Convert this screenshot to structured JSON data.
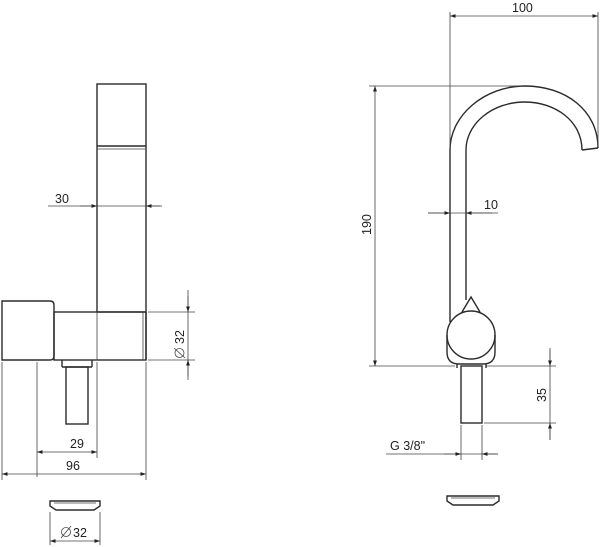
{
  "dimensions": {
    "stem_width": "30",
    "body_diameter": "32",
    "body_length": "96",
    "shank_offset": "29",
    "base_diameter": "32",
    "total_height": "190",
    "spout_reach": "100",
    "spout_thickness": "10",
    "shank_length": "35",
    "thread": "G 3/8\""
  }
}
